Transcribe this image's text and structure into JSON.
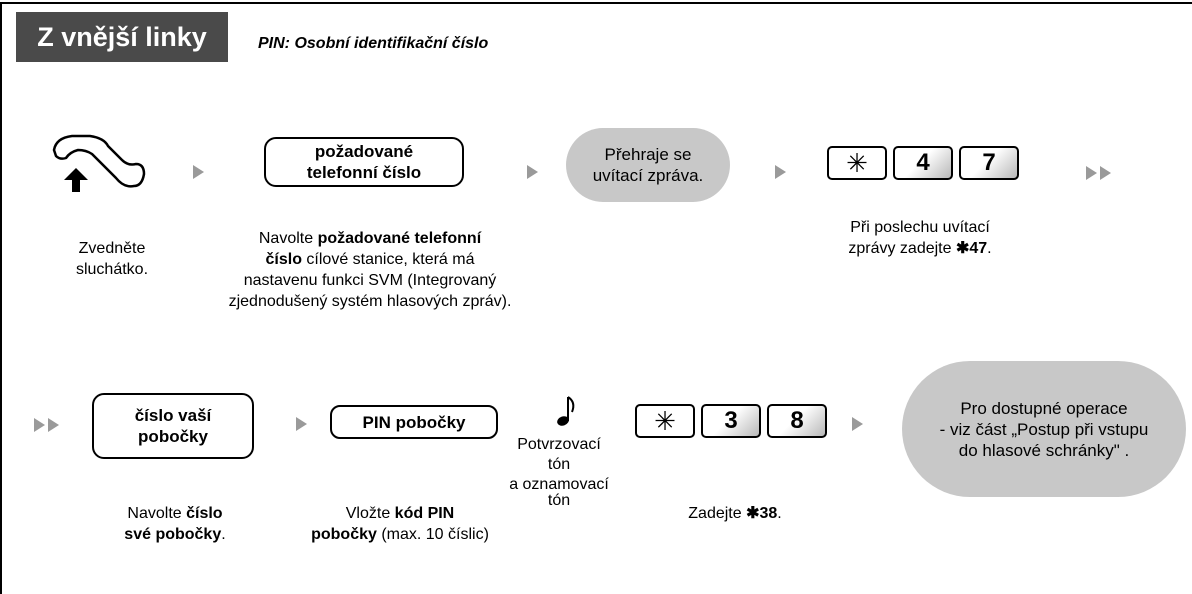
{
  "header": {
    "section_tag": "Z vnější linky",
    "subtitle": "PIN: Osobní identifikační číslo"
  },
  "row1": {
    "step1": {
      "icon": "handset-lift-icon",
      "caption_line1": "Zvedněte",
      "caption_line2": "sluchátko."
    },
    "step2": {
      "box_line1": "požadované",
      "box_line2": "telefonní číslo",
      "caption_pre": "Navolte ",
      "caption_bold1": "požadované telefonní",
      "caption_bold2": "číslo",
      "caption_post1": " cílové stanice, která má",
      "caption_line3": "nastavenu funkci SVM (Integrovaný",
      "caption_line4": "zjednodušený systém hlasových zpráv)."
    },
    "step3": {
      "bubble_line1": "Přehraje se",
      "bubble_line2": "uvítací zpráva."
    },
    "step4": {
      "keys": [
        "*",
        "4",
        "7"
      ],
      "caption_line1": "Při poslechu uvítací",
      "caption_line2_pre": "zprávy zadejte ",
      "caption_line2_bold": "✱47",
      "caption_line2_post": "."
    }
  },
  "row2": {
    "step5": {
      "box_line1": "číslo vaší",
      "box_line2": "pobočky",
      "caption_line1_pre": "Navolte ",
      "caption_line1_bold": "číslo",
      "caption_line2_bold": "své pobočky",
      "caption_line2_post": "."
    },
    "step6": {
      "box_label": "PIN pobočky",
      "caption_line1_pre": "Vložte ",
      "caption_line1_bold": "kód PIN",
      "caption_line2_bold": "pobočky",
      "caption_line2_post": " (max. 10 číslic)"
    },
    "step7": {
      "icon": "music-note-icon",
      "caption_line1": "Potvrzovací",
      "caption_line2": "tón",
      "caption_line3": "a oznamovací",
      "caption_line4": "tón"
    },
    "step8": {
      "keys": [
        "*",
        "3",
        "8"
      ],
      "caption_pre": "Zadejte ",
      "caption_bold": "✱38",
      "caption_post": "."
    },
    "step9": {
      "bubble_line1": "Pro dostupné operace",
      "bubble_line2": "- viz část „Postup při vstupu",
      "bubble_line3": "do hlasové schránky\"   ."
    }
  }
}
